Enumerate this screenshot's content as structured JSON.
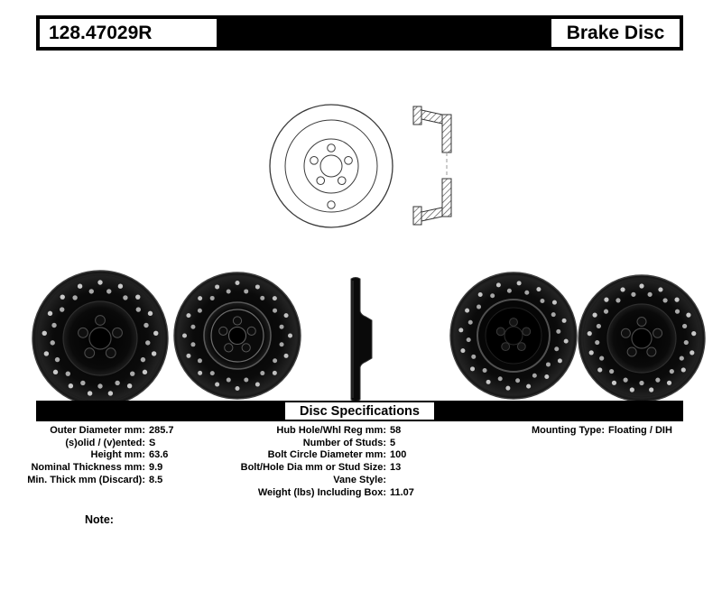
{
  "header": {
    "part_number": "128.47029R",
    "product_type": "Brake Disc"
  },
  "specs": {
    "title": "Disc Specifications",
    "left": [
      {
        "label": "Outer Diameter mm:",
        "value": "285.7"
      },
      {
        "label": "(s)olid / (v)ented:",
        "value": "S"
      },
      {
        "label": "Height mm:",
        "value": "63.6"
      },
      {
        "label": "Nominal Thickness mm:",
        "value": "9.9"
      },
      {
        "label": "Min. Thick mm (Discard):",
        "value": "8.5"
      }
    ],
    "middle": [
      {
        "label": "Hub Hole/Whl Reg mm:",
        "value": "58"
      },
      {
        "label": "Number of Studs:",
        "value": "5"
      },
      {
        "label": "Bolt Circle Diameter mm:",
        "value": "100"
      },
      {
        "label": "Bolt/Hole Dia mm or Stud Size:",
        "value": "13"
      },
      {
        "label": "Vane Style:",
        "value": ""
      },
      {
        "label": "Weight (lbs) Including Box:",
        "value": "11.07"
      }
    ],
    "right": [
      {
        "label": "Mounting Type:",
        "value": "Floating / DIH"
      }
    ]
  },
  "note": {
    "label": "Note:"
  },
  "figures": {
    "front_drawing": "front-view-line-drawing",
    "section_drawing": "cross-section-line-drawing",
    "photos": [
      "disc-front-hub-view",
      "disc-hat-side-view",
      "disc-edge-view",
      "disc-inboard-view",
      "disc-front-hub-view"
    ]
  },
  "colors": {
    "band": "#000000",
    "paper": "#ffffff",
    "line": "#3a3a3a",
    "disc": "#0b0b0b"
  }
}
